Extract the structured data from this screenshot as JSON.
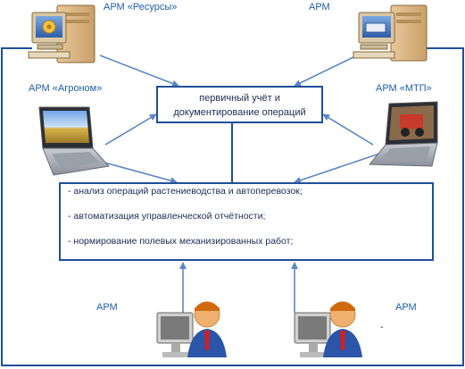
{
  "workstations": {
    "resources": "АРМ «Ресурсы»",
    "top_right": "АРМ",
    "agronomist": "АРМ «Агроном»",
    "mtp": "АРМ «МТП»",
    "bottom_left": "АРМ",
    "bottom_right": "АРМ"
  },
  "top_box": {
    "line1": "первичный учёт и",
    "line2": "документирование операций"
  },
  "main_box": {
    "items": [
      "- анализ операций растениеводства и автоперевозок;",
      "- автоматизация управленческой отчётности;",
      "- нормирование полевых механизированных работ;"
    ]
  },
  "stray_mark": "-",
  "colors": {
    "line": "#1f4f9a",
    "arrow": "#5b86c5",
    "label": "#1f5fa8",
    "text": "#1d2a55"
  }
}
